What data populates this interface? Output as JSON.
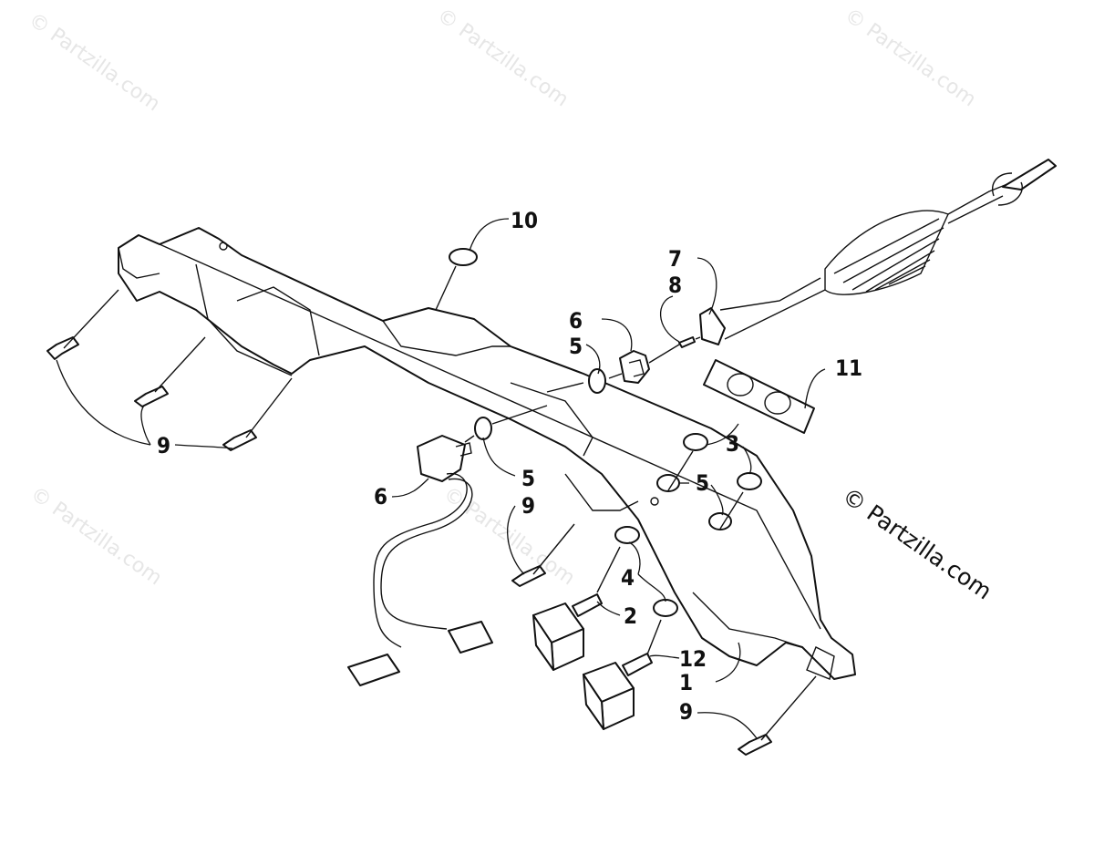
{
  "watermark": {
    "text": "© Partzilla.com",
    "color": "#e6e6e6"
  },
  "copyright": {
    "text": "© Partzilla.com"
  },
  "callouts": {
    "c1": "1",
    "c2": "2",
    "c3": "3",
    "c4": "4",
    "c5a": "5",
    "c5b": "5",
    "c5c": "5",
    "c6a": "6",
    "c6b": "6",
    "c7": "7",
    "c8": "8",
    "c9a": "9",
    "c9b": "9",
    "c9c": "9",
    "c10": "10",
    "c11": "11",
    "c12": "12"
  }
}
